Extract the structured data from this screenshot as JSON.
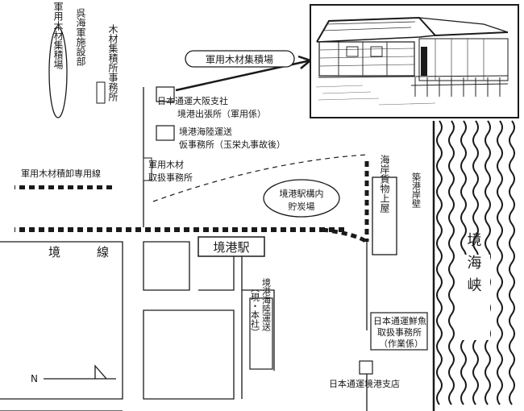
{
  "labels": {
    "military_timber_yard_oval": "軍用木材集積場",
    "kure_navy_facilities": "呉海軍施設部",
    "timber_office": "木材集積所事務所",
    "arrow_label": "軍用木材集積場",
    "nittsu_osaka_line1": "日本通運大阪支社",
    "nittsu_osaka_line2": "境港出張所（軍用係）",
    "sakaiminato_kairiku_line1": "境港海陸運送",
    "sakaiminato_kairiku_line2": "仮事務所（玉栄丸事故後）",
    "military_timber_handling_line1": "軍用木材",
    "military_timber_handling_line2": "取扱事務所",
    "timber_unloading_line": "軍用木材積卸専用線",
    "coal_yard_line1": "境港駅構内",
    "coal_yard_line2": "貯炭場",
    "seaside_cargo": "海岸貨物上屋",
    "seawall": "築港岸壁",
    "sakai_line_char1": "境",
    "sakai_line_char2": "線",
    "station": "境港駅",
    "kairiku_current": "境港海陸運送",
    "kairiku_current_note": "（現・本社）",
    "fresh_fish_line1": "日本通運鮮魚",
    "fresh_fish_line2": "取扱事務所",
    "fresh_fish_line3": "（作業係）",
    "strait": "境海峡",
    "branch": "日本通運境港支店",
    "north": "N"
  }
}
